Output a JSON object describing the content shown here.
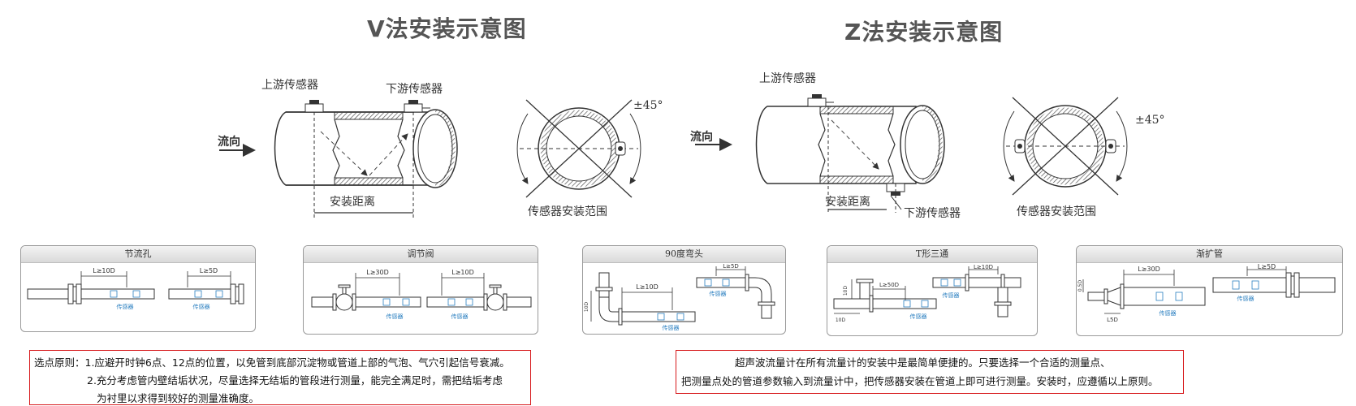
{
  "titles": {
    "v_method": "V法安装示意图",
    "z_method": "Z法安装示意图"
  },
  "v_diagram": {
    "upstream_sensor": "上游传感器",
    "downstream_sensor": "下游传感器",
    "flow_direction": "流向",
    "install_distance": "安装距离",
    "angle": "±45°",
    "sensor_range": "传感器安装范围"
  },
  "z_diagram": {
    "upstream_sensor": "上游传感器",
    "downstream_sensor": "下游传感器",
    "flow_direction": "流向",
    "install_distance": "安装距离",
    "angle": "±45°",
    "sensor_range": "传感器安装范围"
  },
  "panels": [
    {
      "title": "节流孔",
      "labels": {
        "d1": "L≥10D",
        "d2": "L≥5D",
        "s1": "传感器",
        "s2": "传感器"
      }
    },
    {
      "title": "调节阀",
      "labels": {
        "d1": "L≥30D",
        "d2": "L≥10D",
        "s1": "传感器",
        "s2": "传感器"
      }
    },
    {
      "title": "90度弯头",
      "labels": {
        "d1": "L≥10D",
        "d2": "L≥5D",
        "v1": "10D",
        "s1": "传感器",
        "s2": "传感器"
      }
    },
    {
      "title": "T形三通",
      "labels": {
        "d1": "L≥50D",
        "d2": "L≥10D",
        "v1": "10D",
        "h1": "10D",
        "s1": "传感器",
        "s2": "传感器"
      }
    },
    {
      "title": "渐扩管",
      "labels": {
        "d1": "L≥30D",
        "d2": "L≥5D",
        "v1": "0.5D",
        "h1": "L5D",
        "s1": "传感器",
        "s2": "传感器"
      }
    }
  ],
  "notes": {
    "left": [
      "选点原则：1.应避开时钟6点、12点的位置，以免管到底部沉淀物或管道上部的气泡、气穴引起信号衰减。",
      "2.充分考虑管内壁结垢状况，尽量选择无结垢的管段进行测量，能完全满足时，需把结垢考虑",
      "为衬里以求得到较好的测量准确度。"
    ],
    "right": [
      "超声波流量计在所有流量计的安装中是最简单便捷的。只要选择一个合适的测量点、",
      "把测量点处的管道参数输入到流量计中，把传感器安装在管道上即可进行测量。安装时，应遵循以上原则。"
    ]
  },
  "colors": {
    "note_border": "#d7191c",
    "sensor_label": "#2a7fc0",
    "pipe_line": "#333333"
  }
}
